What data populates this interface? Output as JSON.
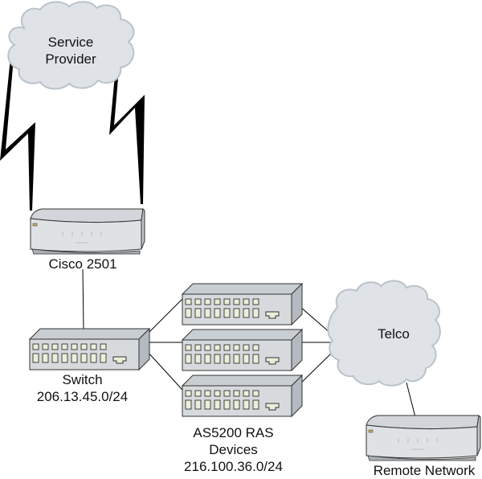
{
  "nodes": {
    "service_provider": {
      "label_line1": "Service",
      "label_line2": "Provider",
      "type": "cloud"
    },
    "cisco": {
      "label": "Cisco 2501",
      "type": "router"
    },
    "switch": {
      "label_line1": "Switch",
      "label_line2": "206.13.45.0/24",
      "type": "switch"
    },
    "ras": {
      "label_line1": "AS5200 RAS",
      "label_line2": "Devices",
      "label_line3": "216.100.36.0/24",
      "type": "switch",
      "count": 3
    },
    "telco": {
      "label": "Telco",
      "type": "cloud"
    },
    "remote": {
      "label": "Remote Network",
      "type": "router"
    }
  },
  "links": [
    {
      "from": "service_provider",
      "to": "cisco",
      "style": "serial-lightning"
    },
    {
      "from": "service_provider",
      "to": "cisco",
      "style": "serial-lightning"
    },
    {
      "from": "cisco",
      "to": "switch",
      "style": "line"
    },
    {
      "from": "switch",
      "to": "ras-1",
      "style": "line"
    },
    {
      "from": "switch",
      "to": "ras-2",
      "style": "line"
    },
    {
      "from": "switch",
      "to": "ras-3",
      "style": "line"
    },
    {
      "from": "ras-1",
      "to": "telco",
      "style": "line"
    },
    {
      "from": "ras-2",
      "to": "telco",
      "style": "line"
    },
    {
      "from": "ras-3",
      "to": "telco",
      "style": "line"
    },
    {
      "from": "telco",
      "to": "remote",
      "style": "line"
    }
  ],
  "colors": {
    "cloud_fill": "#dfe3e8",
    "cloud_stroke": "#b9c3c9",
    "device_fill": "#d9dde0",
    "port_fill": "#e9efd8"
  }
}
